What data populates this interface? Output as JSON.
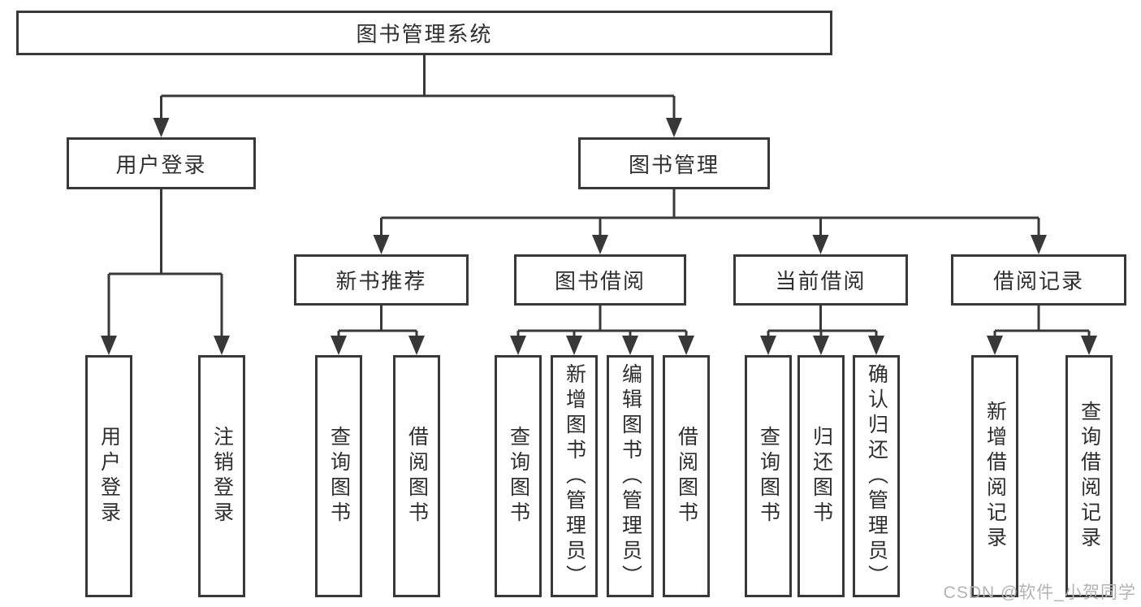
{
  "diagram_type": "hierarchy-tree",
  "tree": {
    "label": "图书管理系统",
    "children": [
      {
        "label": "用户登录",
        "children": [
          {
            "label": "用户登录"
          },
          {
            "label": "注销登录"
          }
        ]
      },
      {
        "label": "图书管理",
        "children": [
          {
            "label": "新书推荐",
            "children": [
              {
                "label": "查询图书"
              },
              {
                "label": "借阅图书"
              }
            ]
          },
          {
            "label": "图书借阅",
            "children": [
              {
                "label": "查询图书"
              },
              {
                "label": "新增图书（管理员）"
              },
              {
                "label": "编辑图书（管理员）"
              },
              {
                "label": "借阅图书"
              }
            ]
          },
          {
            "label": "当前借阅",
            "children": [
              {
                "label": "查询图书"
              },
              {
                "label": "归还图书"
              },
              {
                "label": "确认归还（管理员）"
              }
            ]
          },
          {
            "label": "借阅记录",
            "children": [
              {
                "label": "新增借阅记录"
              },
              {
                "label": "查询借阅记录"
              }
            ]
          }
        ]
      }
    ]
  },
  "watermark": {
    "text": "CSDN @软件_小贺同学"
  },
  "colors": {
    "line": "#383838",
    "box_border": "#383838",
    "box_background": "#ffffff",
    "text": "#2e2e2e",
    "watermark": "#b3b3b3"
  }
}
